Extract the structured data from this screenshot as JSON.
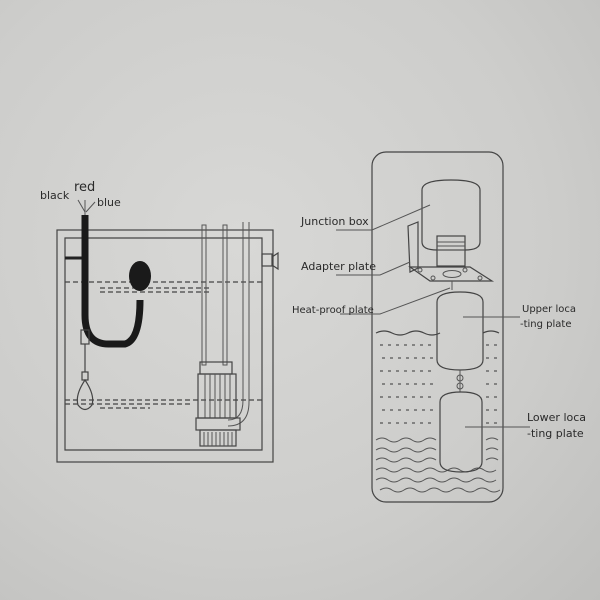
{
  "left_diagram": {
    "wire_labels": {
      "black": "black",
      "red": "red",
      "blue": "blue"
    }
  },
  "right_diagram": {
    "labels": {
      "junction_box": "Junction box",
      "adapter_plate": "Adapter plate",
      "heat_proof_plate": "Heat-proof plate",
      "upper_line1": "Upper loca",
      "upper_line2": "-ting plate",
      "lower_line1": "Lower loca",
      "lower_line2": "-ting plate"
    }
  },
  "colors": {
    "background": "#cfcfcd",
    "ink": "#2a2a2a"
  }
}
